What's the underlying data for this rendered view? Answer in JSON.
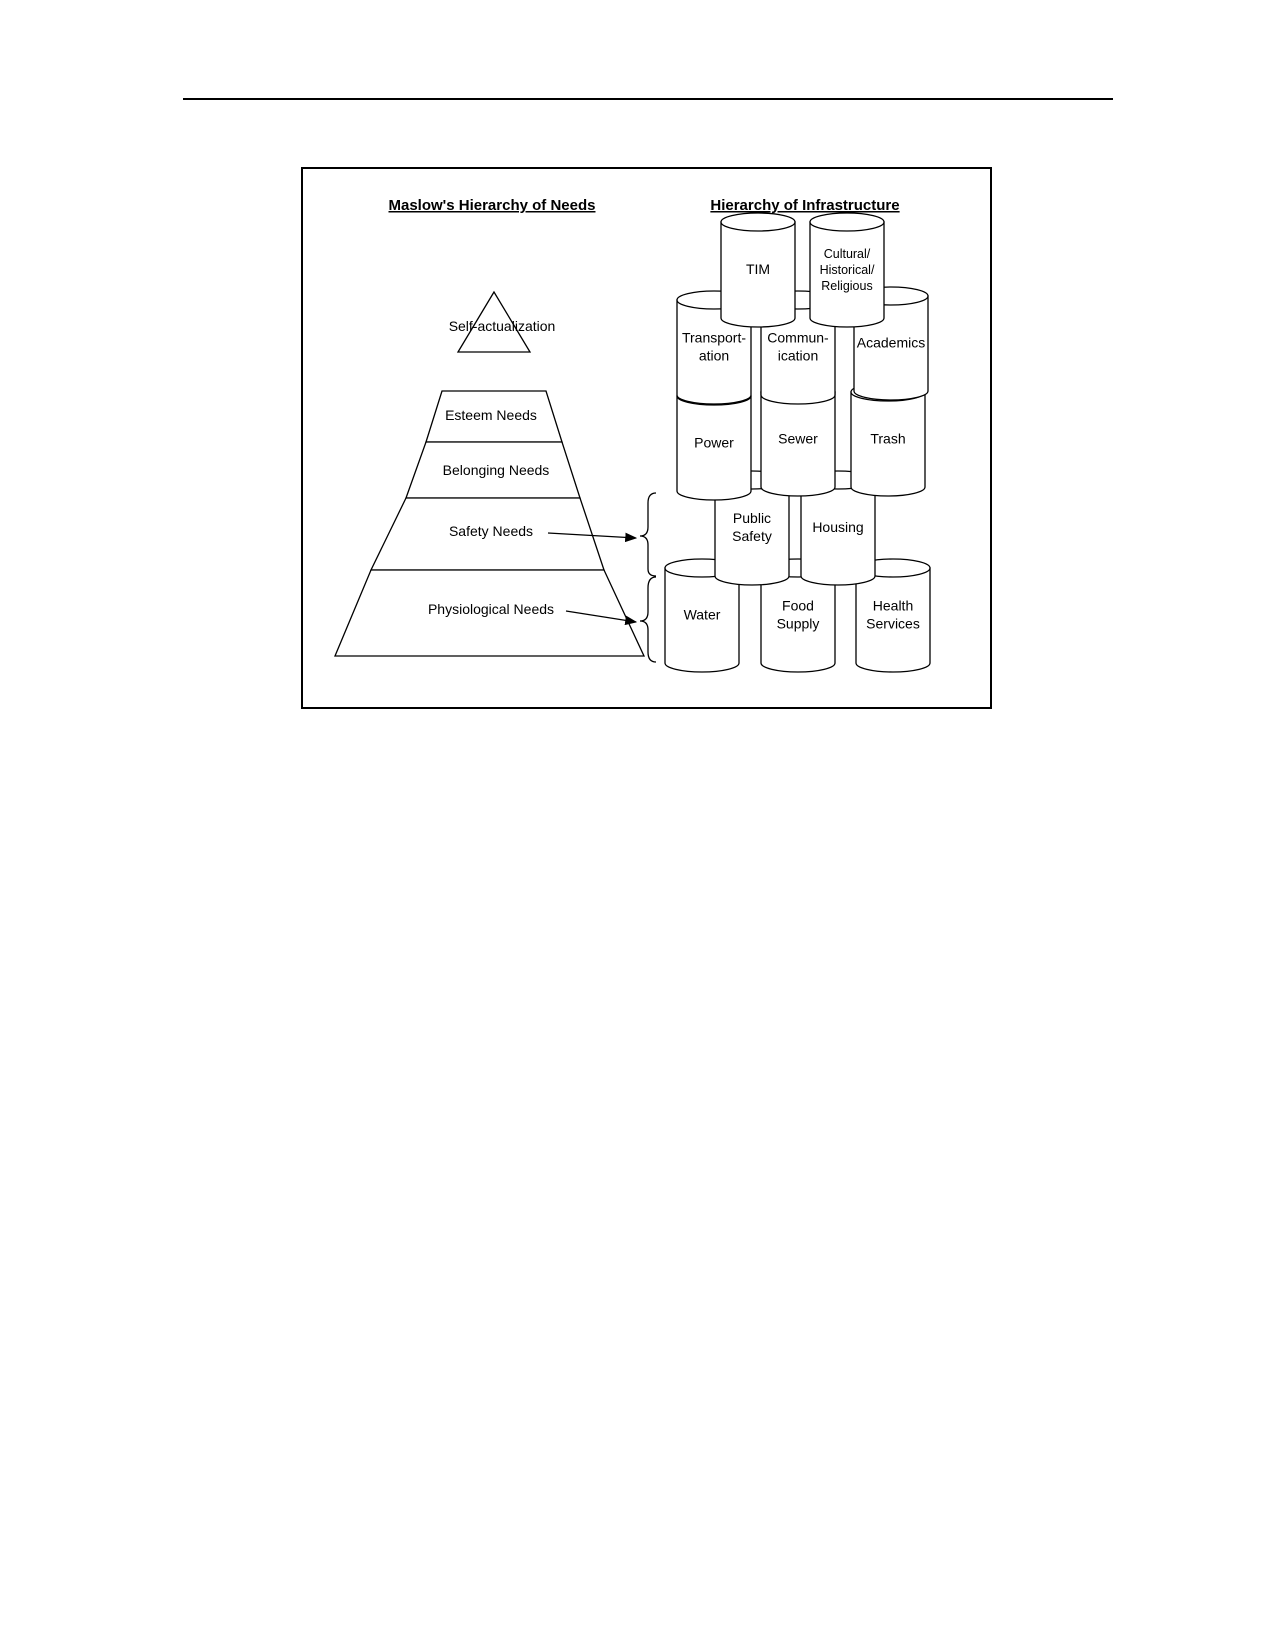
{
  "maslow": {
    "title": "Maslow's Hierarchy of Needs",
    "tiers": [
      {
        "id": "self-actualization",
        "label": "Self-actualization"
      },
      {
        "id": "esteem",
        "label": "Esteem Needs"
      },
      {
        "id": "belonging",
        "label": "Belonging Needs"
      },
      {
        "id": "safety",
        "label": "Safety Needs"
      },
      {
        "id": "physiological",
        "label": "Physiological Needs"
      }
    ]
  },
  "infrastructure": {
    "title": "Hierarchy of Infrastructure",
    "cylinders": [
      {
        "id": "tim",
        "lines": [
          "TIM"
        ]
      },
      {
        "id": "cultural",
        "lines": [
          "Cultural/",
          "Historical/",
          "Religious"
        ]
      },
      {
        "id": "transportation",
        "lines": [
          "Transport-",
          "ation"
        ]
      },
      {
        "id": "communication",
        "lines": [
          "Commun-",
          "ication"
        ]
      },
      {
        "id": "academics",
        "lines": [
          "Academics"
        ]
      },
      {
        "id": "power",
        "lines": [
          "Power"
        ]
      },
      {
        "id": "sewer",
        "lines": [
          "Sewer"
        ]
      },
      {
        "id": "trash",
        "lines": [
          "Trash"
        ]
      },
      {
        "id": "public-safety",
        "lines": [
          "Public",
          "Safety"
        ]
      },
      {
        "id": "housing",
        "lines": [
          "Housing"
        ]
      },
      {
        "id": "water",
        "lines": [
          "Water"
        ]
      },
      {
        "id": "food-supply",
        "lines": [
          "Food",
          "Supply"
        ]
      },
      {
        "id": "health-services",
        "lines": [
          "Health",
          "Services"
        ]
      }
    ]
  },
  "links": [
    {
      "from": "safety",
      "to_group": "safety-group"
    },
    {
      "from": "physiological",
      "to_group": "physiological-group"
    }
  ]
}
